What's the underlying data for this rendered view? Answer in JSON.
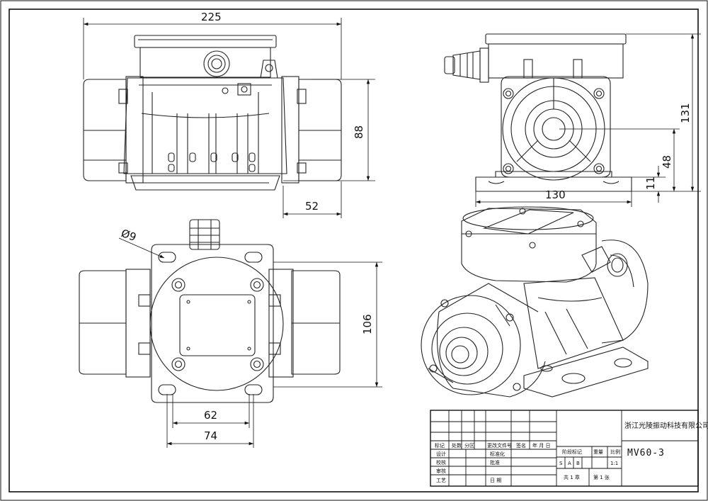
{
  "dimensions": {
    "width_225": "225",
    "height_88": "88",
    "offset_52": "52",
    "height_131": "131",
    "height_48": "48",
    "height_11": "11",
    "width_130": "130",
    "hole_dia": "Ø9",
    "height_106": "106",
    "width_62": "62",
    "width_74": "74"
  },
  "title_block": {
    "company": "浙江光陵振动科技有限公司",
    "model": "MV60-3",
    "labels": {
      "biaoji": "标记",
      "chushu": "处数",
      "fenqu": "分区",
      "gengai": "更改文件号",
      "qianming": "签名",
      "nianyueri": "年 月 日",
      "sheji": "设计",
      "biaozhunhua": "标准化",
      "jieduan": "阶段标记",
      "zhongliang": "重量",
      "bili": "比例",
      "jiaohe": "校核",
      "pizhun": "批准",
      "shenhe": "审核",
      "gongyi": "工艺",
      "riqi": "日 期",
      "stage_s": "S",
      "stage_a": "A",
      "stage_b": "B",
      "scale": "1:1",
      "sheets": "共 1 章",
      "sheet_no": "第 1 张"
    }
  }
}
